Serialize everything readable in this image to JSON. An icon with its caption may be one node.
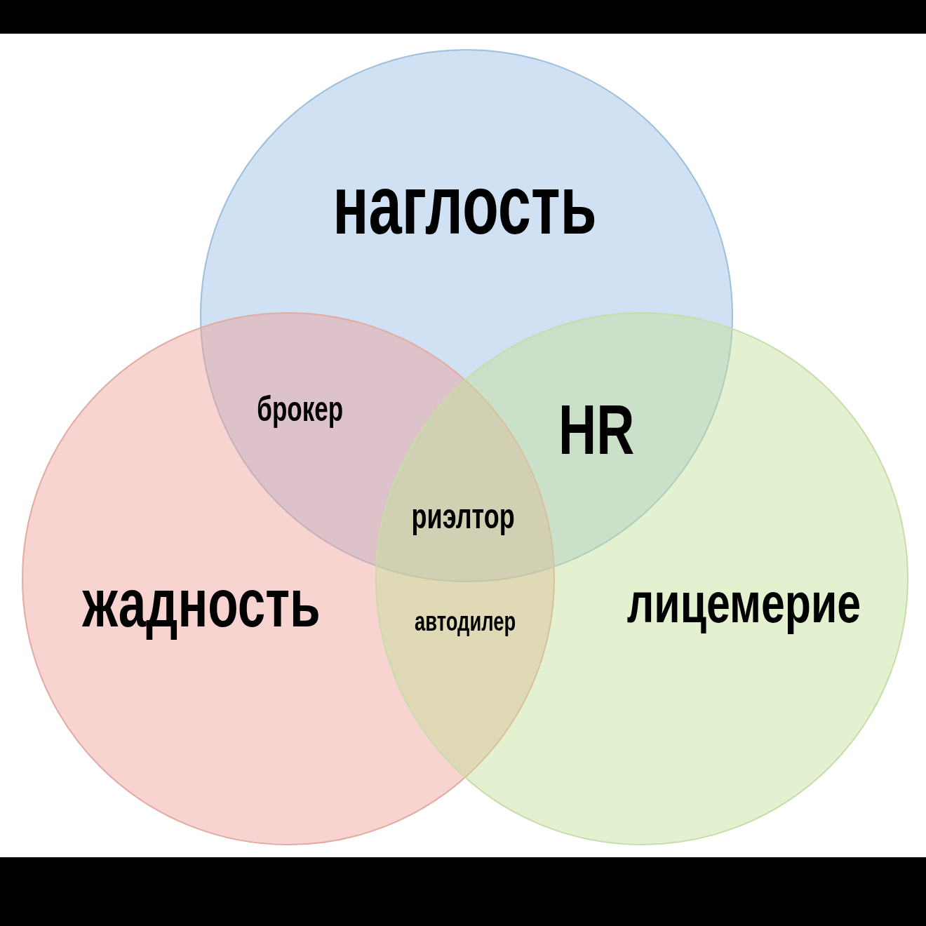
{
  "diagram": {
    "nodes": [
      {
        "text": [
          "наглость"
        ]
      },
      {
        "text": [
          "жадность"
        ]
      },
      {
        "text": [
          "лицемерие"
        ]
      }
    ],
    "edges": [],
    "labels": [
      "брокер",
      "HR",
      "риэлтор",
      "автодилер"
    ]
  }
}
